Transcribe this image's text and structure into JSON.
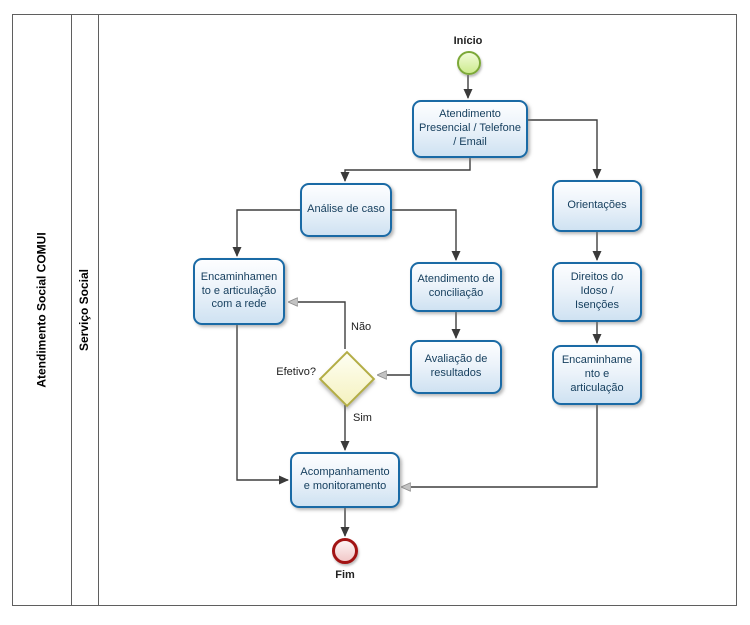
{
  "pool": {
    "title": "Atendimento Social COMUI",
    "lane": "Serviço Social"
  },
  "nodes": {
    "start": {
      "type": "start-event",
      "label": "Início"
    },
    "atendimento": {
      "type": "task",
      "label": "Atendimento Presencial / Telefone / Email"
    },
    "analise": {
      "type": "task",
      "label": "Análise de caso"
    },
    "orientacoes": {
      "type": "task",
      "label": "Orientações"
    },
    "encaminhamento_rede": {
      "type": "task",
      "label": "Encaminhamento e articulação com a rede"
    },
    "conciliacao": {
      "type": "task",
      "label": "Atendimento de conciliação"
    },
    "direitos": {
      "type": "task",
      "label": "Direitos do Idoso / Isenções"
    },
    "avaliacao": {
      "type": "task",
      "label": "Avaliação de resultados"
    },
    "encaminhamento": {
      "type": "task",
      "label": "Encaminhamento e articulação"
    },
    "acompanhamento": {
      "type": "task",
      "label": "Acompanhamento e monitoramento"
    },
    "gateway": {
      "type": "exclusive-gateway",
      "label": "Efetivo?"
    },
    "end": {
      "type": "end-event",
      "label": "Fim"
    }
  },
  "flows": [
    {
      "from": "start",
      "to": "atendimento"
    },
    {
      "from": "atendimento",
      "to": "analise"
    },
    {
      "from": "atendimento",
      "to": "orientacoes"
    },
    {
      "from": "analise",
      "to": "encaminhamento_rede"
    },
    {
      "from": "analise",
      "to": "conciliacao"
    },
    {
      "from": "conciliacao",
      "to": "avaliacao"
    },
    {
      "from": "avaliacao",
      "to": "gateway"
    },
    {
      "from": "gateway",
      "to": "encaminhamento_rede",
      "label": "Não"
    },
    {
      "from": "gateway",
      "to": "acompanhamento",
      "label": "Sim"
    },
    {
      "from": "encaminhamento_rede",
      "to": "acompanhamento"
    },
    {
      "from": "orientacoes",
      "to": "direitos"
    },
    {
      "from": "direitos",
      "to": "encaminhamento"
    },
    {
      "from": "encaminhamento",
      "to": "acompanhamento"
    },
    {
      "from": "acompanhamento",
      "to": "end"
    }
  ],
  "colors": {
    "task_border": "#1a6aa5",
    "task_fill": "#cfe2f2",
    "start_border": "#7ca838",
    "start_fill": "#cdeb8e",
    "end_border": "#a21313",
    "gateway_border": "#b3ad44",
    "gateway_fill": "#f5f2c0",
    "flow_stroke": "#3f3f3f"
  }
}
